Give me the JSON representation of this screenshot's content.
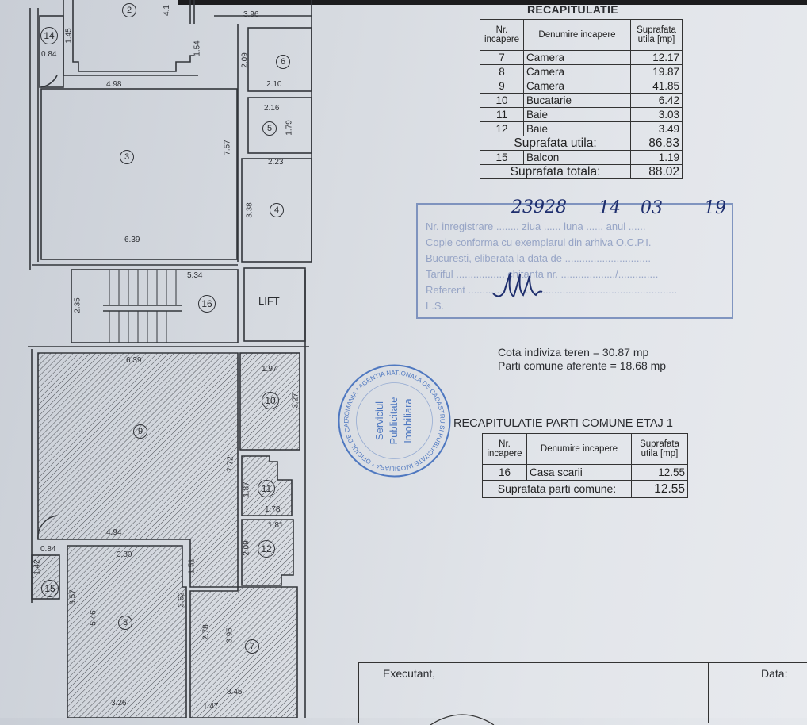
{
  "plan": {
    "rooms": [
      {
        "id": "2"
      },
      {
        "id": "14"
      },
      {
        "id": "6"
      },
      {
        "id": "5"
      },
      {
        "id": "3"
      },
      {
        "id": "4"
      },
      {
        "id": "16"
      },
      {
        "id": "9"
      },
      {
        "id": "10"
      },
      {
        "id": "11"
      },
      {
        "id": "12"
      },
      {
        "id": "15"
      },
      {
        "id": "8"
      },
      {
        "id": "7"
      }
    ],
    "lift_label": "LIFT",
    "dimensions": [
      "4.1",
      "1.45",
      "0.84",
      "1.54",
      "3.96",
      "2.09",
      "2.10",
      "2.16",
      "1.79",
      "4.98",
      "2.23",
      "7.57",
      "3.38",
      "6.39",
      "5.34",
      "2.35",
      "6.39",
      "1.97",
      "3.27",
      "7.72",
      "1.87",
      "1.78",
      "1.81",
      "2.09",
      "4.94",
      "0.84",
      "3.80",
      "1.51",
      "1.42",
      "3.57",
      "5.46",
      "3.62",
      "2.78",
      "3.95",
      "8.45",
      "3.26",
      "1.47"
    ]
  },
  "recap": {
    "title": "RECAPITULATIE",
    "headers": [
      "Nr. incapere",
      "Denumire incapere",
      "Suprafata utila [mp]"
    ],
    "rows": [
      {
        "nr": "7",
        "name": "Camera",
        "area": "12.17"
      },
      {
        "nr": "8",
        "name": "Camera",
        "area": "19.87"
      },
      {
        "nr": "9",
        "name": "Camera",
        "area": "41.85"
      },
      {
        "nr": "10",
        "name": "Bucatarie",
        "area": "6.42"
      },
      {
        "nr": "11",
        "name": "Baie",
        "area": "3.03"
      },
      {
        "nr": "12",
        "name": "Baie",
        "area": "3.49"
      }
    ],
    "utila_label": "Suprafata utila:",
    "utila_value": "86.83",
    "balcon": {
      "nr": "15",
      "name": "Balcon",
      "area": "1.19"
    },
    "totala_label": "Suprafata totala:",
    "totala_value": "88.02"
  },
  "registration_stamp": {
    "lines": [
      "Nr. inregistrare ........ ziua ...... luna ...... anul ......",
      "Copie conforma cu exemplarul din arhiva O.C.P.I.",
      "Bucuresti, eliberata la data de ..............................",
      "Tariful ................. chitanta nr. .................../..............",
      "Referent .........................................................................",
      "L.S."
    ],
    "handwritten_number": "23928",
    "handwritten_day": "14",
    "handwritten_month": "03",
    "handwritten_year": "19",
    "stamp_color": "#6f86b8",
    "ink_color": "#1f2f6e"
  },
  "shares": {
    "cota_line": "Cota indiviza teren =  30.87 mp",
    "parti_line": "Parti comune aferente =  18.68 mp"
  },
  "round_stamp": {
    "center_lines": [
      "Serviciul",
      "Publicitate",
      "Imobiliara"
    ],
    "ring_text": "ROMANIA * AGENTIA NATIONALA DE CADASTRU SI PUBLICITATE IMOBILIARA * OFICIUL DE CADASTRU SI PUBLICITATE IMOBILIARA BUCURESTI",
    "color": "#4f78c0"
  },
  "common": {
    "title": "RECAPITULATIE PARTI COMUNE ETAJ 1",
    "headers": [
      "Nr. incapere",
      "Denumire incapere",
      "Suprafata utila [mp]"
    ],
    "row": {
      "nr": "16",
      "name": "Casa scarii",
      "area": "12.55"
    },
    "total_label": "Suprafata parti comune:",
    "total_value": "12.55"
  },
  "footer": {
    "executant_label": "Executant,",
    "data_label": "Data:"
  }
}
